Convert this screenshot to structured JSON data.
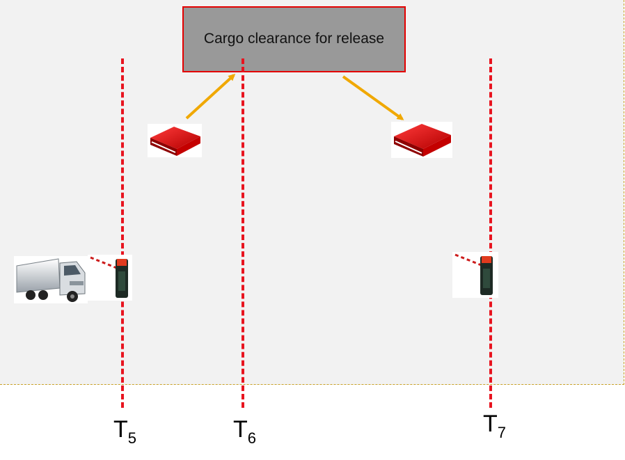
{
  "clearance": {
    "label": "Cargo clearance for release"
  },
  "timepoints": [
    {
      "base": "T",
      "sub": "5"
    },
    {
      "base": "T",
      "sub": "6"
    },
    {
      "base": "T",
      "sub": "7"
    }
  ],
  "icons": {
    "truck": "truck-icon",
    "barrier": "barrier-gate-icon",
    "document": "document-folder-icon",
    "arrow": "arrow-icon"
  },
  "colors": {
    "panel": "#f2f2f2",
    "box_fill": "#999999",
    "box_border": "#e30000",
    "timeline": "#e8141f",
    "arrow": "#f0a800",
    "panel_border": "#c9a227"
  }
}
